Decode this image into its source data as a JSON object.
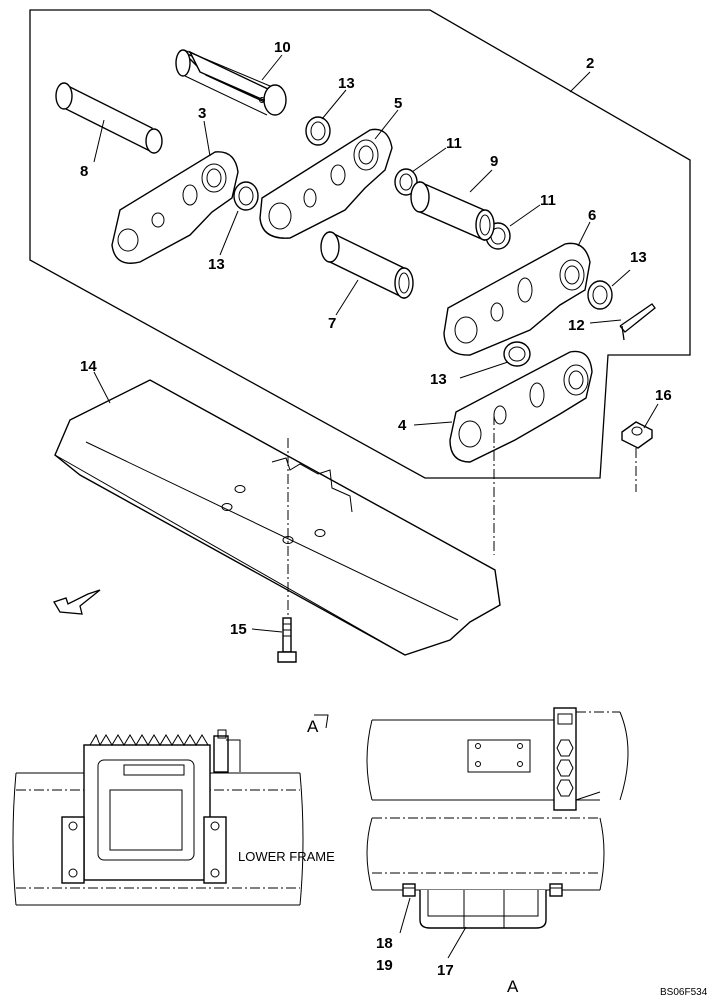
{
  "diagram": {
    "callouts": {
      "c2": "2",
      "c3": "3",
      "c4": "4",
      "c5": "5",
      "c6": "6",
      "c7": "7",
      "c8": "8",
      "c9": "9",
      "c10": "10",
      "c11a": "11",
      "c11b": "11",
      "c12": "12",
      "c13a": "13",
      "c13b": "13",
      "c13c": "13",
      "c13d": "13",
      "c14": "14",
      "c15": "15",
      "c16": "16",
      "c17": "17",
      "c18": "18",
      "c19": "19"
    },
    "lower_frame_label": "LOWER FRAME",
    "view_marker": "A",
    "view_title": "A",
    "drawing_code": "BS06F534"
  }
}
